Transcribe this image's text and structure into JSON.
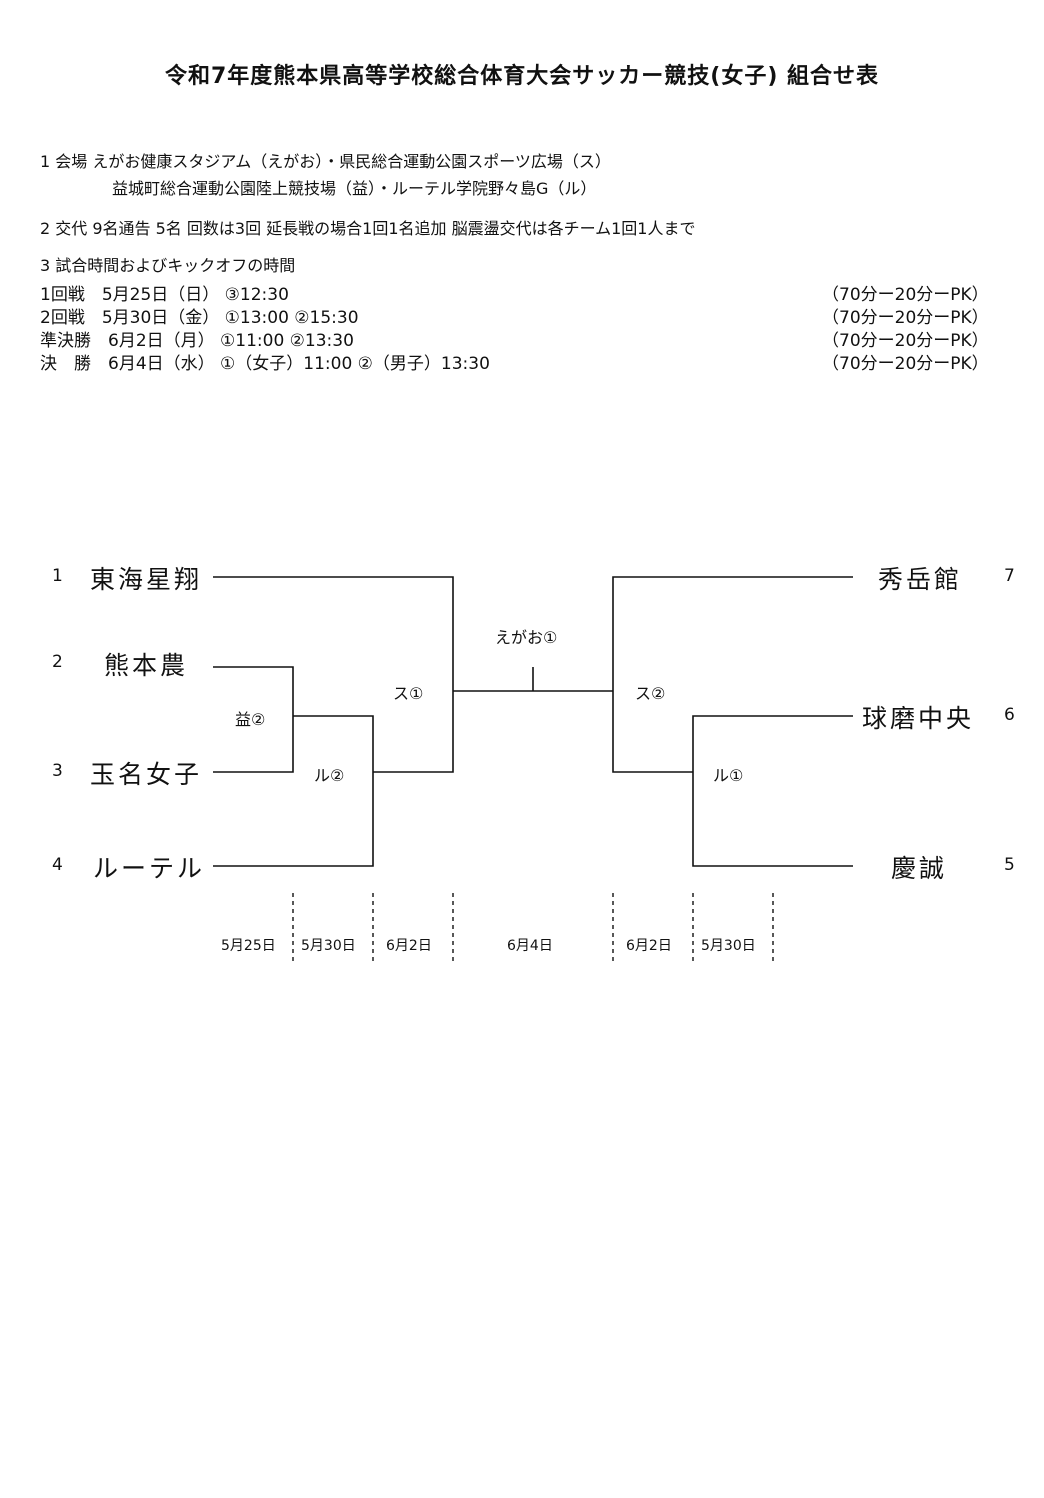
{
  "title": "令和7年度熊本県高等学校総合体育大会サッカー競技(女子) 組合せ表",
  "info": {
    "venue_line1": "1 会場 えがお健康スタジアム（えがお）・県民総合運動公園スポーツ広場（ス）",
    "venue_line2": "益城町総合運動公園陸上競技場（益）・ルーテル学院野々島G（ル）",
    "sub_line": "2 交代 9名通告 5名 回数は3回 延長戦の場合1回1名追加 脳震盪交代は各チーム1回1人まで",
    "time_heading": "3 試合時間およびキックオフの時間"
  },
  "schedule": [
    {
      "text": "1回戦　5月25日（日） ③12:30",
      "note": "（70分ー20分ーPK）"
    },
    {
      "text": "2回戦　5月30日（金） ①13:00 ②15:30",
      "note": "（70分ー20分ーPK）"
    },
    {
      "text": "準決勝　6月2日（月） ①11:00 ②13:30",
      "note": "（70分ー20分ーPK）"
    },
    {
      "text": "決　勝　6月4日（水） ①（女子）11:00 ②（男子）13:30",
      "note": "（70分ー20分ーPK）"
    }
  ],
  "bracket": {
    "left_teams": [
      {
        "seed": "1",
        "name": "東海星翔"
      },
      {
        "seed": "2",
        "name": "熊本農"
      },
      {
        "seed": "3",
        "name": "玉名女子"
      },
      {
        "seed": "4",
        "name": "ルーテル"
      }
    ],
    "right_teams": [
      {
        "seed": "7",
        "name": "秀岳館"
      },
      {
        "seed": "6",
        "name": "球磨中央"
      },
      {
        "seed": "5",
        "name": "慶誠"
      }
    ],
    "venues": {
      "first_round": "益②",
      "left_second": "ル②",
      "left_semi": "ス①",
      "final": "えがお①",
      "right_semi": "ス②",
      "right_second": "ル①"
    },
    "dates": [
      "5月25日",
      "5月30日",
      "6月2日",
      "6月4日",
      "6月2日",
      "5月30日"
    ]
  }
}
